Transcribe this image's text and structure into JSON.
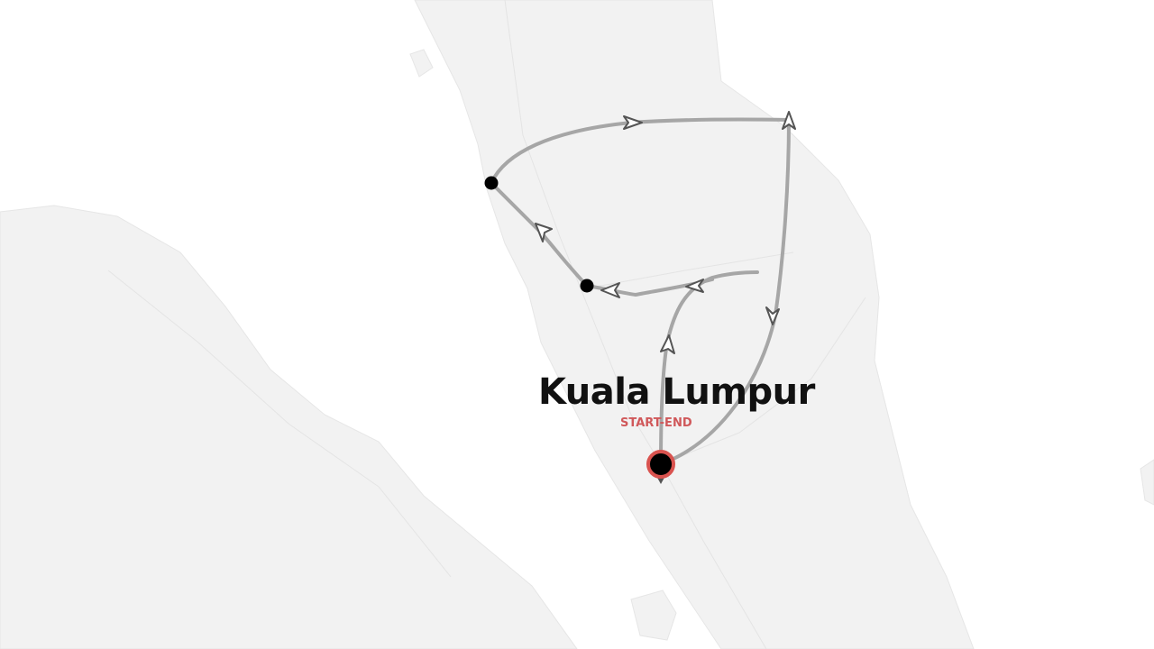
{
  "map": {
    "land_color": "#f2f2f2",
    "route_color": "#a6a6a6",
    "arrow_color": "#555555",
    "stop_color": "#000000",
    "start_marker_ring": "#d9534f"
  },
  "route": {
    "city_label": "Kuala Lumpur",
    "city_sublabel": "START-END",
    "stops": 3
  }
}
